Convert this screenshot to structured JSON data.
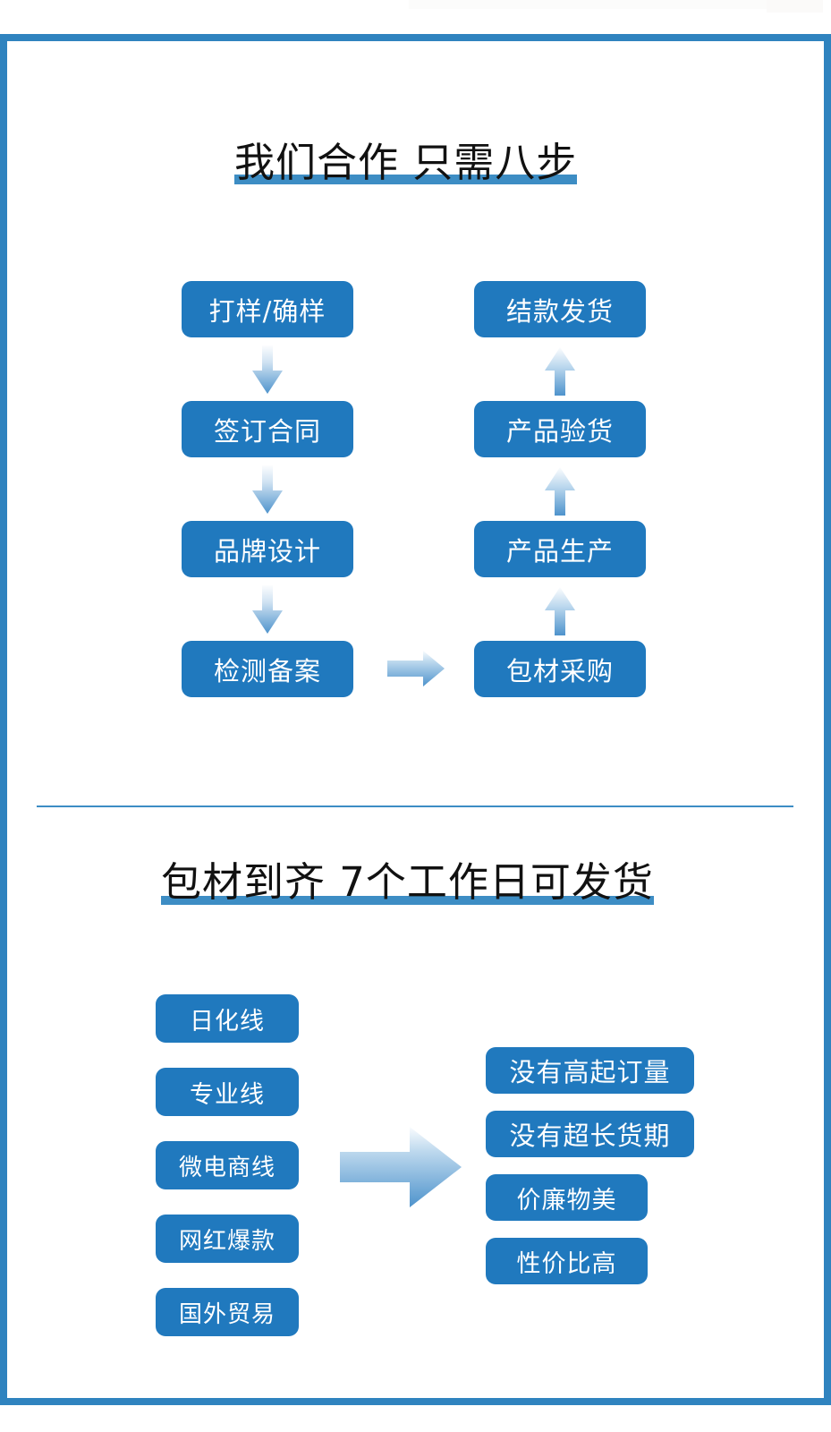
{
  "page": {
    "accent_blue": "#2079BE",
    "frame_blue": "#2F83BF",
    "underline_blue": "#3D8DC4",
    "arrow_gradient_from": "#FBFDFE",
    "arrow_gradient_to": "#4E93CC",
    "box_text_color": "#FFFFFF",
    "background": "#FFFFFF"
  },
  "section_one": {
    "title": "我们合作 只需八步",
    "steps": [
      {
        "index": 1,
        "label": "打样/确样"
      },
      {
        "index": 2,
        "label": "签订合同"
      },
      {
        "index": 3,
        "label": "品牌设计"
      },
      {
        "index": 4,
        "label": "检测备案"
      },
      {
        "index": 5,
        "label": "包材采购"
      },
      {
        "index": 6,
        "label": "产品生产"
      },
      {
        "index": 7,
        "label": "产品验货"
      },
      {
        "index": 8,
        "label": "结款发货"
      }
    ],
    "arrows": [
      {
        "name": "arrow-down-1",
        "direction": "down"
      },
      {
        "name": "arrow-down-2",
        "direction": "down"
      },
      {
        "name": "arrow-down-3",
        "direction": "down"
      },
      {
        "name": "arrow-right-bridge",
        "direction": "right"
      },
      {
        "name": "arrow-up-1",
        "direction": "up"
      },
      {
        "name": "arrow-up-2",
        "direction": "up"
      },
      {
        "name": "arrow-up-3",
        "direction": "up"
      }
    ]
  },
  "section_two": {
    "title": "包材到齐 7个工作日可发货",
    "lead_days": "7",
    "product_lines": [
      {
        "label": "日化线"
      },
      {
        "label": "专业线"
      },
      {
        "label": "微电商线"
      },
      {
        "label": "网红爆款"
      },
      {
        "label": "国外贸易"
      }
    ],
    "benefits": [
      {
        "label": "没有高起订量"
      },
      {
        "label": "没有超长货期"
      },
      {
        "label": "价廉物美"
      },
      {
        "label": "性价比高"
      }
    ],
    "arrow": {
      "name": "arrow-right-large",
      "direction": "right"
    }
  }
}
